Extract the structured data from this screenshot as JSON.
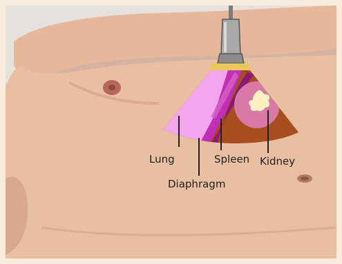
{
  "labels": {
    "lung": "Lung",
    "diaphragm": "Diaphragm",
    "spleen": "Spleen",
    "kidney": "Kidney"
  },
  "colors": {
    "frame": "#f7ecd9",
    "skin": "#e9bfa2",
    "skin_shadow": "#c9927a",
    "background_sheet": "#e6e1dc",
    "lung": "#f4a6ec",
    "diaphragm": "#c02fb6",
    "spleen": "#8a1a72",
    "liver_tissue": "#a74d1e",
    "kidney": "#d77aa6",
    "kidney_sinus": "#fff2c2",
    "probe": "#9a9a9a",
    "probe_gel": "#e9c75a"
  },
  "icons": {
    "probe": "ultrasound-probe-icon",
    "nipple": "nipple-icon",
    "navel": "navel-icon"
  }
}
